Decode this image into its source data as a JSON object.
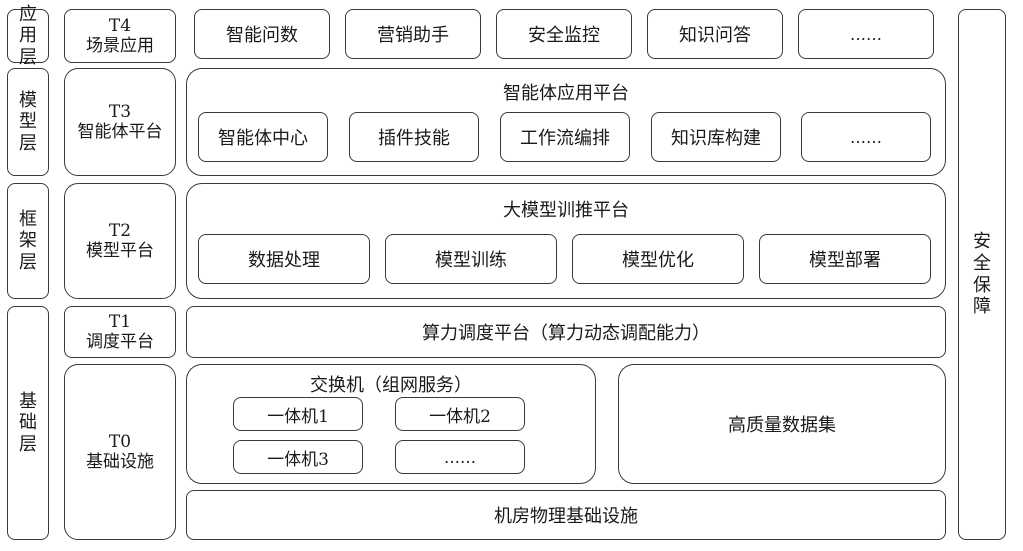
{
  "layers": {
    "app": [
      "应",
      "用",
      "层"
    ],
    "model": [
      "模",
      "型",
      "层"
    ],
    "framework": [
      "框",
      "架",
      "层"
    ],
    "base": [
      "基",
      "础",
      "层"
    ]
  },
  "tiers": {
    "t4": {
      "code": "T4",
      "name": "场景应用"
    },
    "t3": {
      "code": "T3",
      "name": "智能体平台"
    },
    "t2": {
      "code": "T2",
      "name": "模型平台"
    },
    "t1": {
      "code": "T1",
      "name": "调度平台"
    },
    "t0": {
      "code": "T0",
      "name": "基础设施"
    }
  },
  "t4_apps": [
    "智能问数",
    "营销助手",
    "安全监控",
    "知识问答",
    "……"
  ],
  "t3_platform": {
    "title": "智能体应用平台",
    "items": [
      "智能体中心",
      "插件技能",
      "工作流编排",
      "知识库构建",
      "……"
    ]
  },
  "t2_platform": {
    "title": "大模型训推平台",
    "items": [
      "数据处理",
      "模型训练",
      "模型优化",
      "模型部署"
    ]
  },
  "t1_platform": "算力调度平台（算力动态调配能力）",
  "t0": {
    "switch_title": "交换机（组网服务）",
    "machines": [
      "一体机1",
      "一体机2",
      "一体机3",
      "……"
    ],
    "dataset": "高质量数据集",
    "room": "机房物理基础设施"
  },
  "security": [
    "安",
    "全",
    "保",
    "障"
  ]
}
